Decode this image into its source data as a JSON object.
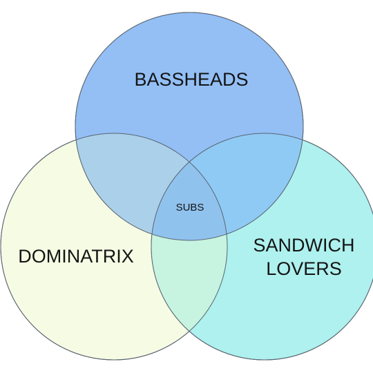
{
  "diagram": {
    "type": "venn",
    "sets": [
      {
        "label_lines": [
          "BASSHEADS"
        ],
        "color": "#93bff5"
      },
      {
        "label_lines": [
          "DOMINATRIX"
        ],
        "color": "#f6fbe4"
      },
      {
        "label_lines": [
          "SANDWICH",
          "LOVERS"
        ],
        "color": "#aef1ee"
      }
    ],
    "intersection_label": "SUBS",
    "overlap_colors": {
      "top_left": "#abd0ea",
      "top_right": "#8fcaf4",
      "bottom": "#c6f4e0",
      "center": "#90c2ee"
    }
  }
}
